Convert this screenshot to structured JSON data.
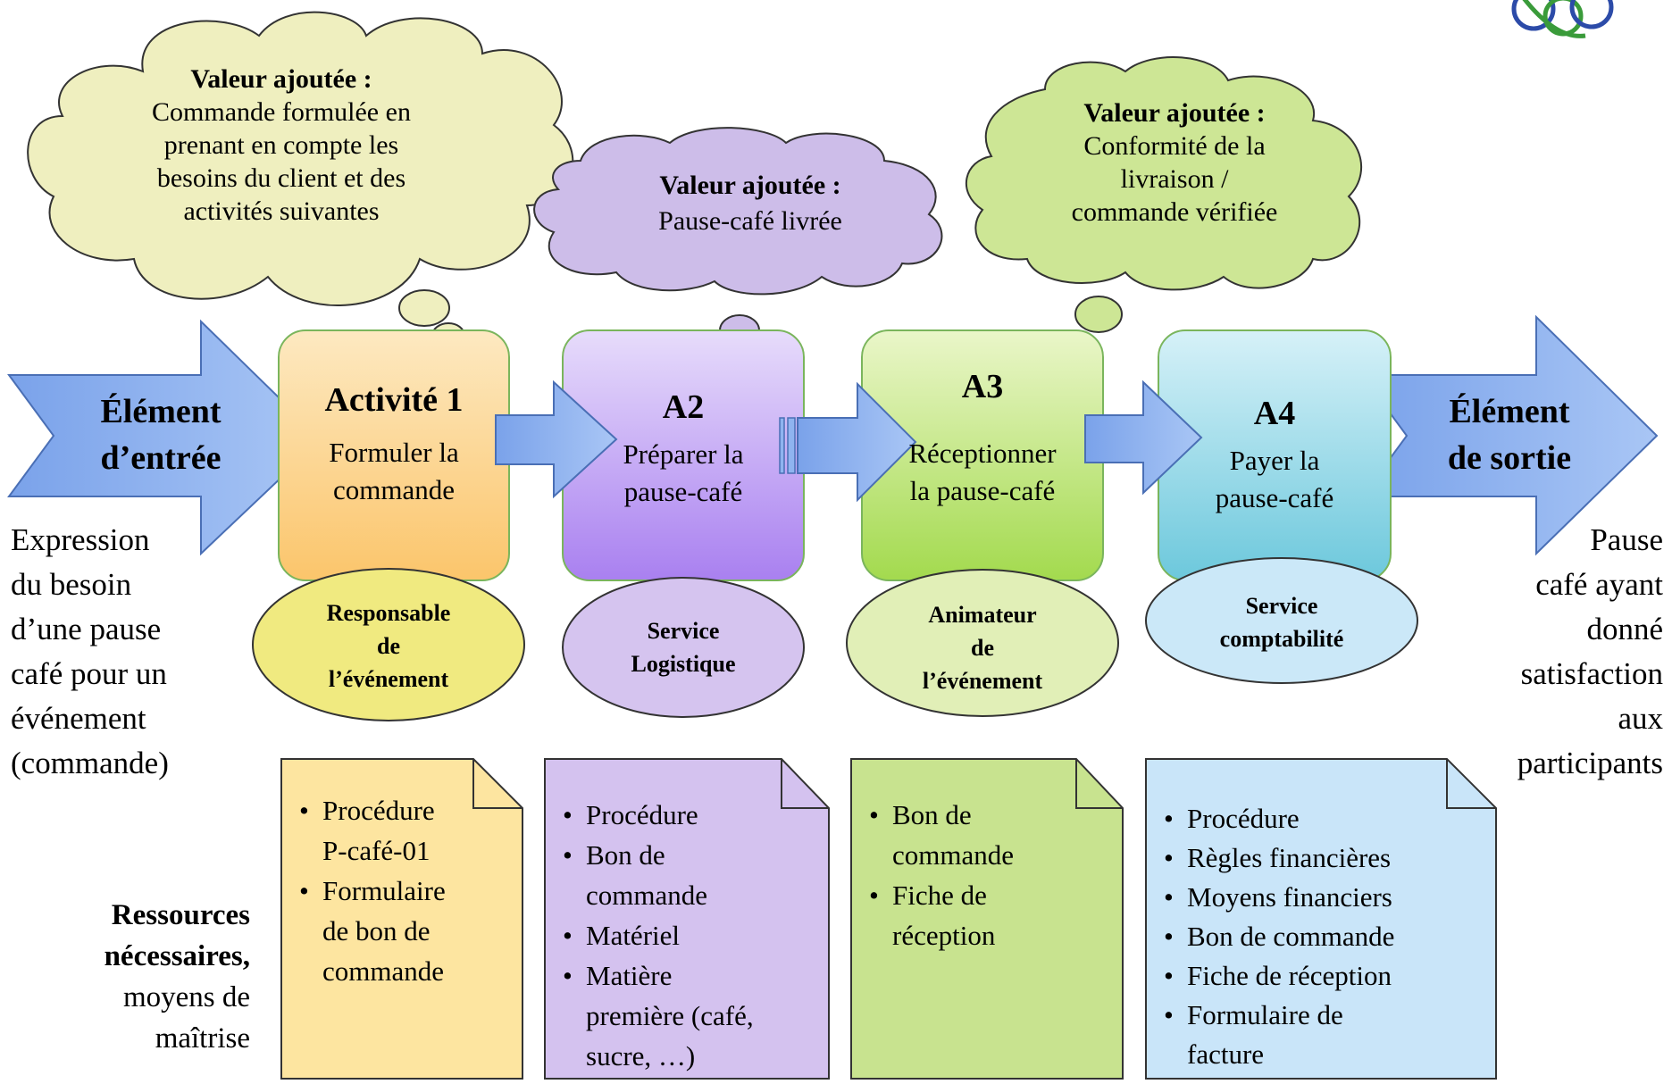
{
  "input": {
    "arrow_label": [
      "Élément",
      "d’entrée"
    ],
    "description": [
      "Expression",
      "du besoin",
      "d’une pause",
      "café pour un",
      "événement",
      "(commande)"
    ]
  },
  "output": {
    "arrow_label": [
      "Élément",
      "de sortie"
    ],
    "description": [
      "Pause",
      "café ayant",
      "donné",
      "satisfaction",
      "aux",
      "participants"
    ]
  },
  "clouds": [
    {
      "title": "Valeur ajoutée :",
      "lines": [
        "Commande formulée en",
        "prenant en compte les",
        "besoins du client et des",
        "activités suivantes"
      ],
      "color": "#efefbf"
    },
    {
      "title": "Valeur ajoutée :",
      "lines": [
        "Pause-café livrée"
      ],
      "color": "#cdbde9"
    },
    {
      "title": "Valeur ajoutée :",
      "lines": [
        "Conformité de la",
        "livraison /",
        "commande vérifiée"
      ],
      "color": "#cde695"
    }
  ],
  "activities": [
    {
      "title": "Activité 1",
      "lines": [
        "Formuler la",
        "commande"
      ],
      "actor": [
        "Responsable",
        "de",
        "l’événement"
      ],
      "resources": [
        [
          "Procédure",
          "P-café-01"
        ],
        [
          "Formulaire",
          "de bon de",
          "commande"
        ]
      ],
      "colors": {
        "top": "#fde9c1",
        "bottom": "#fbc56b",
        "actor": "#f0ea80",
        "resource": "#fde5a0"
      }
    },
    {
      "title": "A2",
      "lines": [
        "Préparer la",
        "pause-café"
      ],
      "actor": [
        "Service",
        "Logistique"
      ],
      "resources": [
        [
          "Procédure"
        ],
        [
          "Bon de",
          "commande"
        ],
        [
          "Matériel"
        ],
        [
          "Matière",
          "première (café,",
          "sucre, …)"
        ]
      ],
      "colors": {
        "top": "#e7dcfb",
        "bottom": "#a980f0",
        "actor": "#d5c4ef",
        "resource": "#d4c2ef"
      }
    },
    {
      "title": "A3",
      "lines": [
        "Réceptionner",
        "la pause-café"
      ],
      "actor": [
        "Animateur",
        "de",
        "l’événement"
      ],
      "resources": [
        [
          "Bon de",
          "commande"
        ],
        [
          "Fiche de",
          "réception"
        ]
      ],
      "colors": {
        "top": "#eaf6c9",
        "bottom": "#a3da4e",
        "actor": "#e1efb7",
        "resource": "#c8e38f"
      }
    },
    {
      "title": "A4",
      "lines": [
        "Payer la",
        "pause-café"
      ],
      "actor": [
        "Service",
        "comptabilité"
      ],
      "resources": [
        [
          "Procédure"
        ],
        [
          "Règles financières"
        ],
        [
          "Moyens financiers"
        ],
        [
          "Bon de commande"
        ],
        [
          "Fiche de réception"
        ],
        [
          "Formulaire de",
          "facture"
        ]
      ],
      "colors": {
        "top": "#d6f1f8",
        "bottom": "#6cc8dc",
        "actor": "#cbe8f8",
        "resource": "#c9e5f9"
      }
    }
  ],
  "resources_label": {
    "bold": [
      "Ressources",
      "nécessaires,"
    ],
    "normal": [
      "moyens de",
      "maîtrise"
    ]
  },
  "colors": {
    "arrow": "#8fb4f0",
    "arrow_stroke": "#4a6fb5",
    "logo_blue": "#2c4ba8",
    "logo_green": "#3a9b3a"
  }
}
